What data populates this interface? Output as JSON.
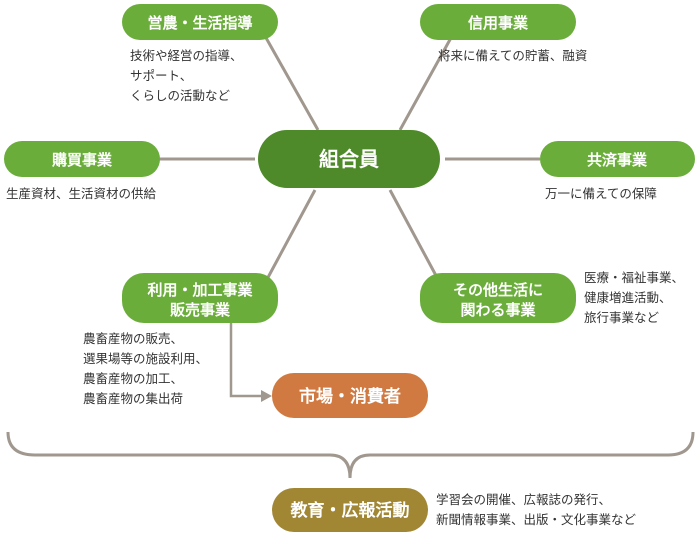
{
  "colors": {
    "green": "#6aad3a",
    "dark_green": "#4e8a2a",
    "orange": "#d07a42",
    "olive": "#a18633",
    "line": "#a0978e"
  },
  "center": {
    "label": "組合員"
  },
  "nodes": {
    "farming": {
      "label": "営農・生活指導",
      "desc": "技術や経営の指導、\nサポート、\nくらしの活動など"
    },
    "credit": {
      "label": "信用事業",
      "desc": "将来に備えての貯蓄、融資"
    },
    "purchase": {
      "label": "購買事業",
      "desc": "生産資材、生活資材の供給"
    },
    "mutual": {
      "label": "共済事業",
      "desc": "万一に備えての保障"
    },
    "sales": {
      "label_line1": "利用・加工事業",
      "label_line2": "販売事業",
      "desc": "農畜産物の販売、\n選果場等の施設利用、\n農畜産物の加工、\n農畜産物の集出荷"
    },
    "other": {
      "label_line1": "その他生活に",
      "label_line2": "関わる事業",
      "desc": "医療・福祉事業、\n健康増進活動、\n旅行事業など"
    },
    "market": {
      "label": "市場・消費者"
    },
    "education": {
      "label": "教育・広報活動",
      "desc": "学習会の開催、広報誌の発行、\n新聞情報事業、出版・文化事業など"
    }
  }
}
